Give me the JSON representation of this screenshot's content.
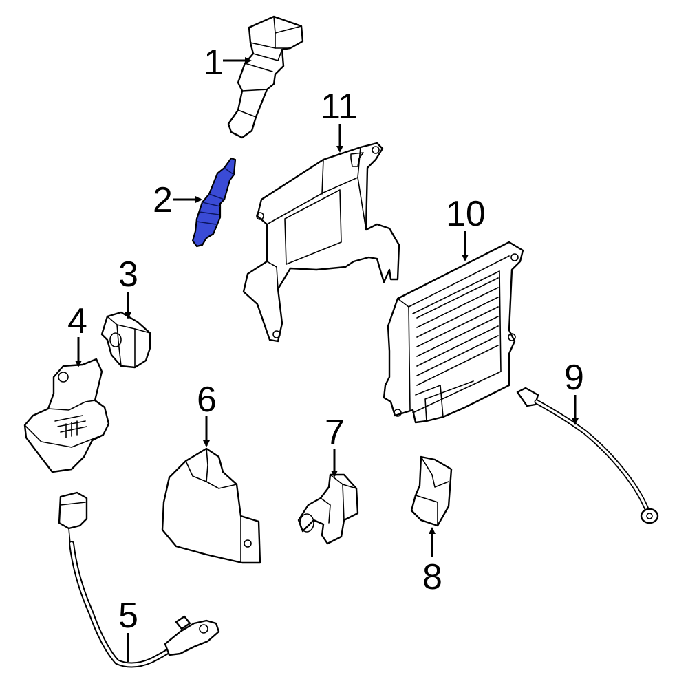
{
  "diagram": {
    "highlight_color": "#3a4bd6",
    "callouts": [
      {
        "id": "1",
        "label": "1"
      },
      {
        "id": "2",
        "label": "2"
      },
      {
        "id": "3",
        "label": "3"
      },
      {
        "id": "4",
        "label": "4"
      },
      {
        "id": "5",
        "label": "5"
      },
      {
        "id": "6",
        "label": "6"
      },
      {
        "id": "7",
        "label": "7"
      },
      {
        "id": "8",
        "label": "8"
      },
      {
        "id": "9",
        "label": "9"
      },
      {
        "id": "10",
        "label": "10"
      },
      {
        "id": "11",
        "label": "11"
      }
    ],
    "highlighted_part": "2"
  }
}
